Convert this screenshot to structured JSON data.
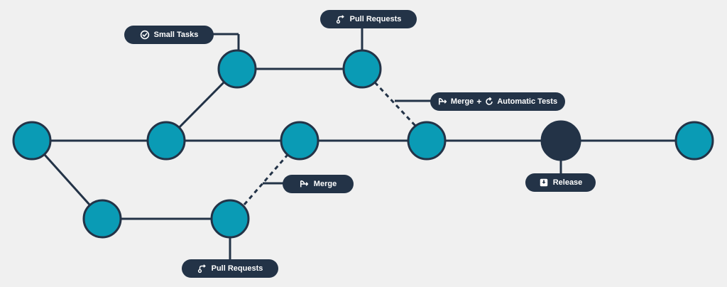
{
  "colors": {
    "background": "#f0f0f0",
    "node_fill": "#0a9bb5",
    "release_fill": "#233347",
    "line": "#233347",
    "label_bg": "#233347",
    "label_text": "#ffffff"
  },
  "labels": {
    "small_tasks": "Small Tasks",
    "pull_requests_top": "Pull Requests",
    "merge_tests_merge": "Merge",
    "merge_tests_plus": "+",
    "merge_tests_tests": "Automatic Tests",
    "merge": "Merge",
    "release": "Release",
    "pull_requests_bottom": "Pull Requests"
  },
  "icons": {
    "small_tasks": "check-circle-icon",
    "pull_requests": "pull-request-icon",
    "merge": "merge-icon",
    "automatic_tests": "refresh-icon",
    "release": "inbox-download-icon"
  }
}
